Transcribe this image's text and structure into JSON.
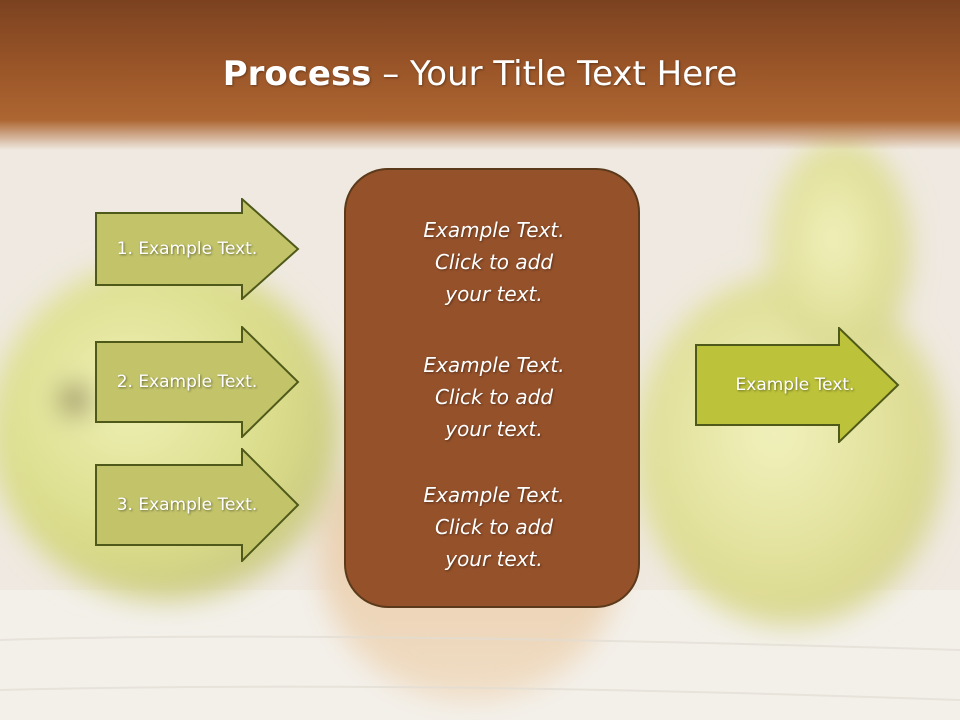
{
  "slide": {
    "title_bold": "Process",
    "title_rest": " – Your Title Text Here"
  },
  "left_arrows": [
    {
      "label": "1. Example Text."
    },
    {
      "label": "2. Example Text."
    },
    {
      "label": "3. Example Text."
    }
  ],
  "center_box": {
    "items": [
      {
        "text": "Example Text.\nClick  to add\nyour text."
      },
      {
        "text": "Example Text.\nClick  to add\nyour text."
      },
      {
        "text": "Example Text.\nClick  to add\nyour text."
      }
    ]
  },
  "right_arrow": {
    "label": "Example Text."
  },
  "colors": {
    "title_bar": "#9a5528",
    "left_arrow_fill": "#c3c46a",
    "right_arrow_fill": "#bcc23a",
    "arrow_stroke": "#4f5a1a",
    "center_box_fill": "#95512a"
  }
}
